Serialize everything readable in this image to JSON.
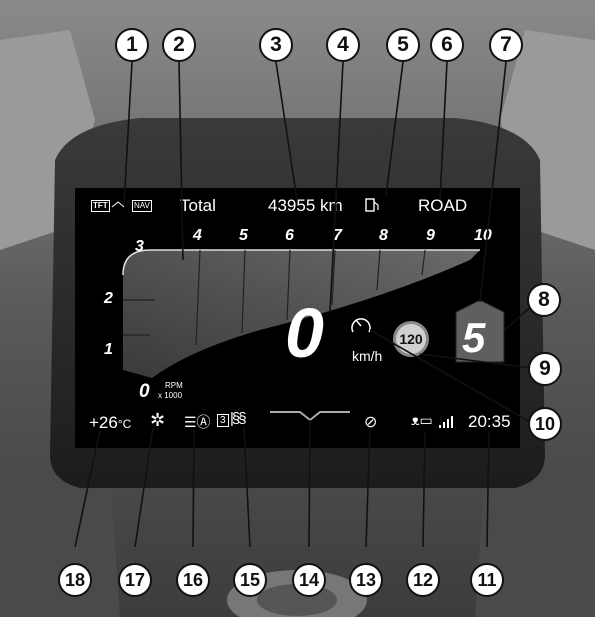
{
  "display": {
    "tft_badge": "TFT",
    "nav_badge": "NAV",
    "total_label": "Total",
    "odometer": "43955 km",
    "riding_mode": "ROAD",
    "speed": "0",
    "speed_unit": "km/h",
    "speed_limit": "120",
    "gear": "5",
    "rpm_label": "RPM",
    "rpm_multiplier": "x 1000",
    "rpm_ticks": [
      "0",
      "1",
      "2",
      "3",
      "4",
      "5",
      "6",
      "7",
      "8",
      "9",
      "10"
    ],
    "temperature": "+26",
    "temperature_unit": "°C",
    "clock": "20:35",
    "light_badge": "3"
  },
  "callouts": [
    "1",
    "2",
    "3",
    "4",
    "5",
    "6",
    "7",
    "8",
    "9",
    "10",
    "11",
    "12",
    "13",
    "14",
    "15",
    "16",
    "17",
    "18"
  ],
  "colors": {
    "screen": "#000000",
    "bezel": "#2f2f2f",
    "gear_shield": "#5f5f5f",
    "limit_sign": "#d0d0d0"
  }
}
